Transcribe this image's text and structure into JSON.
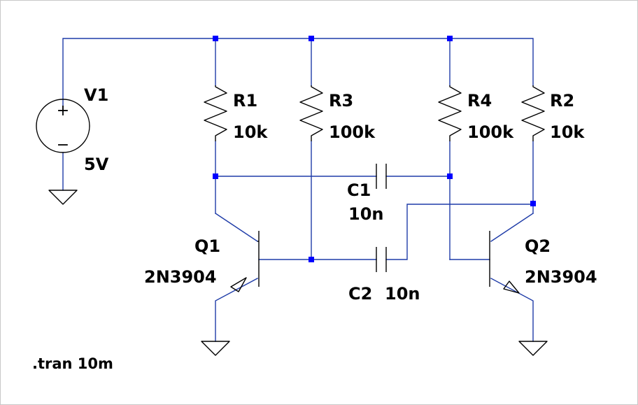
{
  "colors": {
    "wire": "#1f3ca8",
    "junction": "#0000ff",
    "component": "#000000",
    "background": "#ffffff"
  },
  "components": {
    "v1": {
      "name": "V1",
      "value": "5V",
      "plus": "+",
      "minus": "−"
    },
    "r1": {
      "name": "R1",
      "value": "10k"
    },
    "r2": {
      "name": "R2",
      "value": "10k"
    },
    "r3": {
      "name": "R3",
      "value": "100k"
    },
    "r4": {
      "name": "R4",
      "value": "100k"
    },
    "c1": {
      "name": "C1",
      "value": "10n"
    },
    "c2": {
      "name": "C2",
      "value": "10n"
    },
    "q1": {
      "name": "Q1",
      "model": "2N3904"
    },
    "q2": {
      "name": "Q2",
      "model": "2N3904"
    }
  },
  "directive": ".tran 10m"
}
